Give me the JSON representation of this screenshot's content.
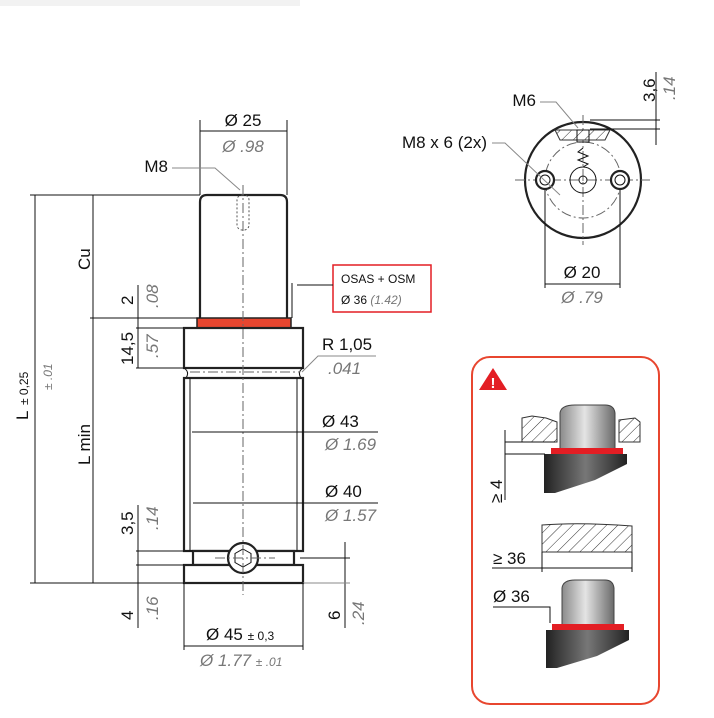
{
  "side_view": {
    "head_diameter": "Ø 25",
    "head_diameter_in": "Ø .98",
    "thread_label": "M8",
    "length_label": "L",
    "length_tol": "± 0,25",
    "length_tol_in": "± .01",
    "cu_label": "Cu",
    "lmin_label": "L min",
    "ring_height": "2",
    "ring_height_in": ".08",
    "collar_height": "14,5",
    "collar_height_in": ".57",
    "radius": "R 1,05",
    "radius_in": ".041",
    "body_diameter": "Ø 43",
    "body_diameter_in": "Ø 1.69",
    "inner_diameter": "Ø 40",
    "inner_diameter_in": "Ø 1.57",
    "gap_height": "3,5",
    "gap_height_in": ".14",
    "base_height": "4",
    "base_height_in": ".16",
    "screw_offset": "6",
    "screw_offset_in": ".24",
    "base_diameter": "Ø 45",
    "base_diameter_tol": "± 0,3",
    "base_diameter_in": "Ø 1.77",
    "base_diameter_tol_in": "± .01",
    "callout_line1": "OSAS + OSM",
    "callout_line2": "Ø 36",
    "callout_line2_in": "(1.42)"
  },
  "top_view": {
    "thread_top": "M6",
    "holes": "M8 x 6 (2x)",
    "depth": "3,6",
    "depth_in": ".14",
    "hole_spacing": "Ø 20",
    "hole_spacing_in": "Ø .79"
  },
  "warning_panel": {
    "min_depth": "≥ 4",
    "min_width": "≥ 36",
    "diameter": "Ø 36"
  },
  "colors": {
    "accent_red": "#e8462f",
    "ring_red": "#e31e24"
  }
}
